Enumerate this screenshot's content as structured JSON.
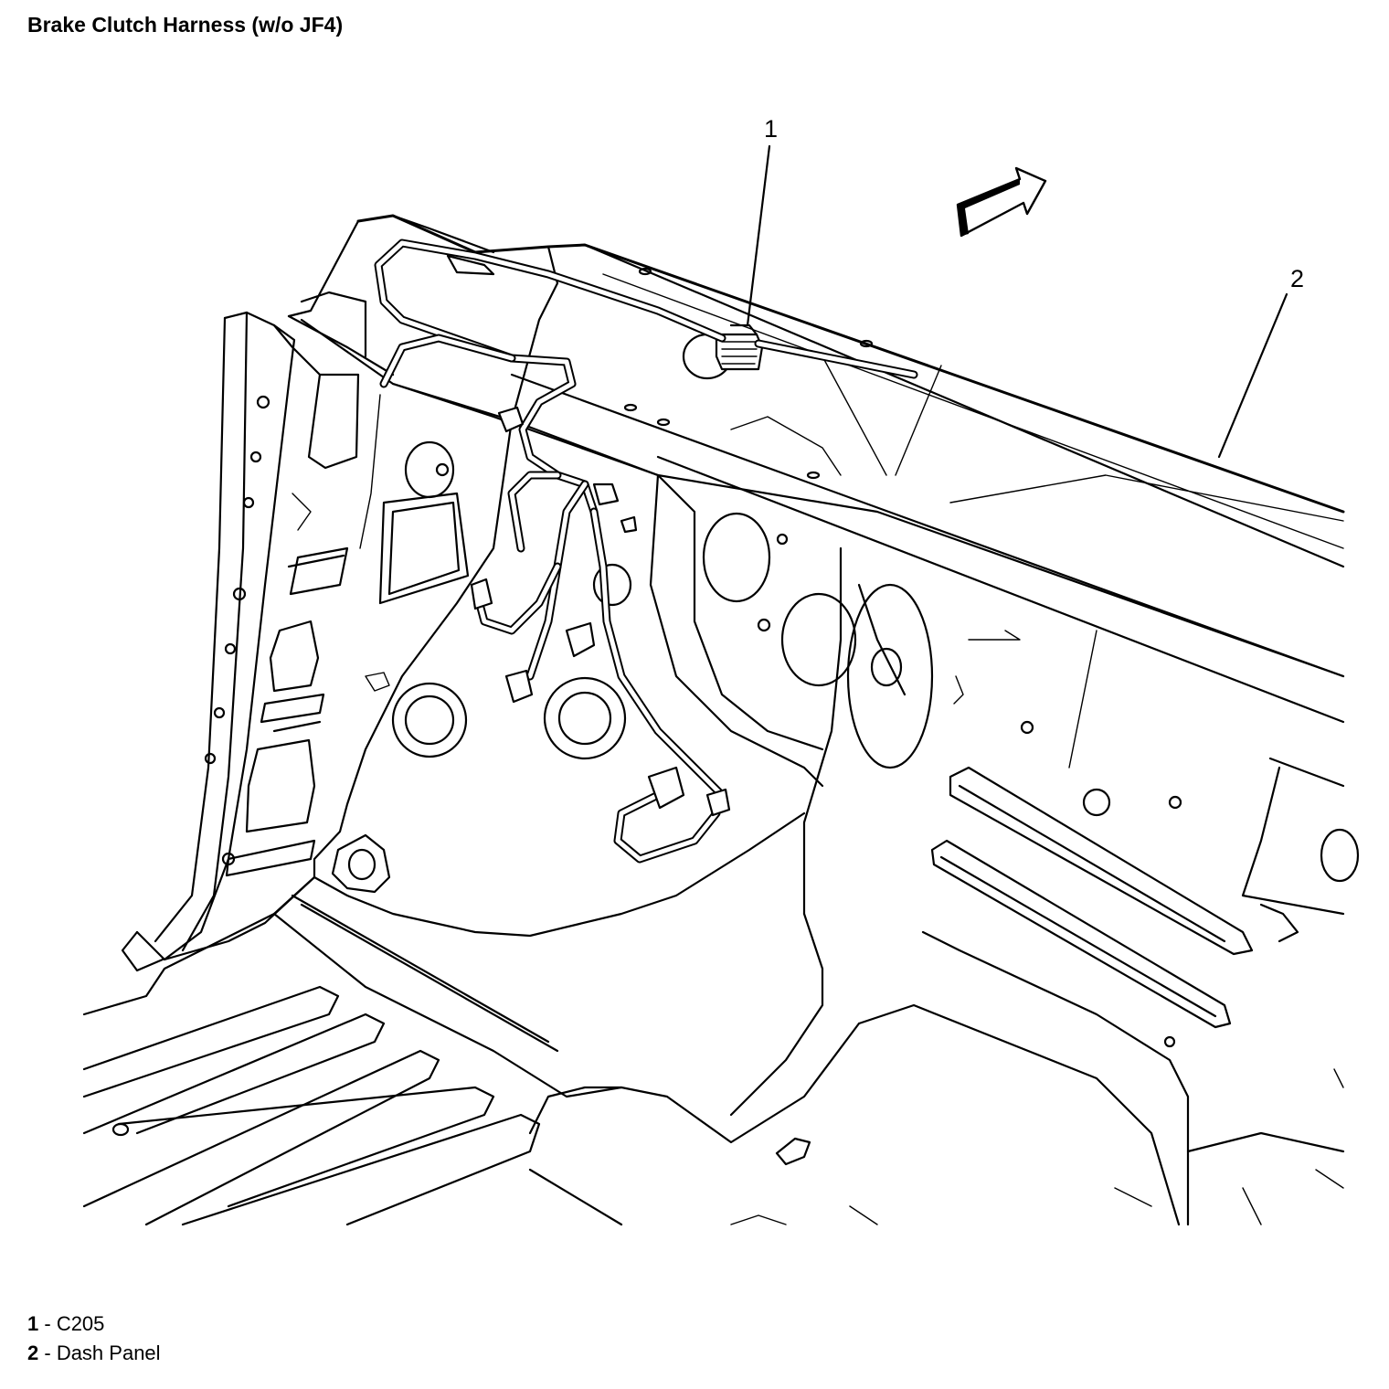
{
  "title": "Brake Clutch Harness (w/o JF4)",
  "callouts": [
    {
      "number": "1"
    },
    {
      "number": "2"
    }
  ],
  "legend": [
    {
      "number": "1",
      "separator": " - ",
      "label": "C205"
    },
    {
      "number": "2",
      "separator": " - ",
      "label": "Dash Panel"
    }
  ]
}
